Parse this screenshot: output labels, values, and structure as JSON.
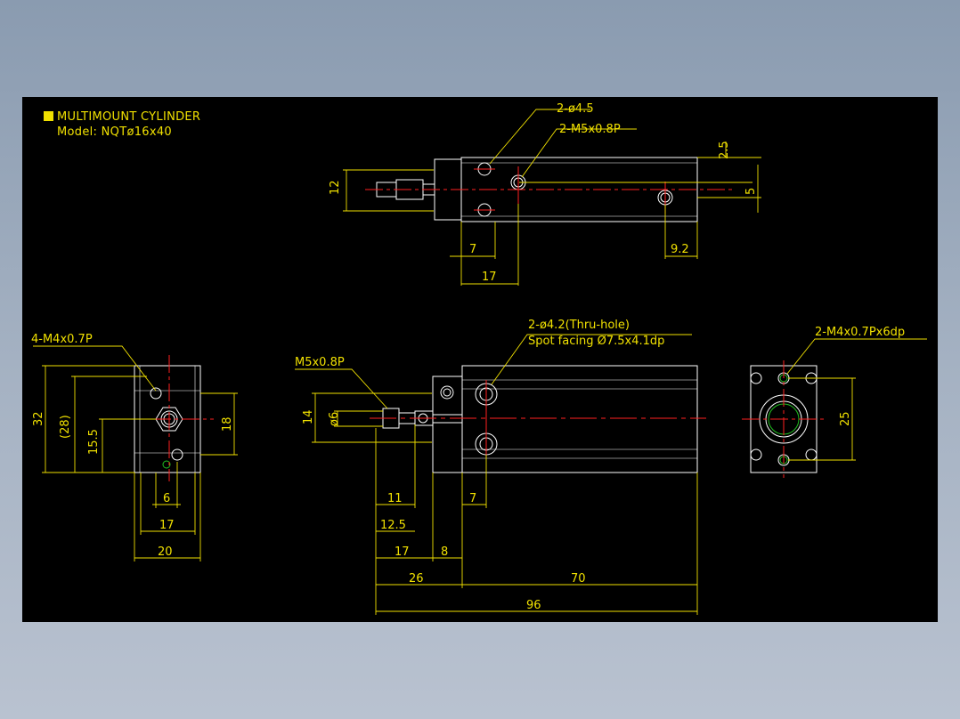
{
  "colors": {
    "background": "#000000",
    "outline": "#ffffff",
    "dimension": "#f0e000",
    "centerline": "#ff2020",
    "hidden": "#20c020"
  },
  "title": {
    "line1": "MULTIMOUNT CYLINDER",
    "line2": "Model: NQTø16x40"
  },
  "top_view": {
    "hole_label": "2-ø4.5",
    "port_label": "2-M5x0.8P",
    "dim_left_height": "12",
    "dim_right_top": "2.5",
    "dim_right_center": "5",
    "dim_bottom_7": "7",
    "dim_bottom_17": "17",
    "dim_bottom_9_2": "9.2"
  },
  "end_view": {
    "thread_label": "4-M4x0.7P",
    "dim_32": "32",
    "dim_28": "(28)",
    "dim_15_5": "15.5",
    "dim_18": "18",
    "dim_6": "6",
    "dim_17": "17",
    "dim_20": "20"
  },
  "front_view": {
    "rod_thread_label": "M5x0.8P",
    "through_hole_label": "2-ø4.2(Thru-hole)",
    "spot_facing_label": "Spot facing Ø7.5x4.1dp",
    "dim_14": "14",
    "dim_dia6": "ø6",
    "dim_11": "11",
    "dim_12_5": "12.5",
    "dim_17": "17",
    "dim_8": "8",
    "dim_7": "7",
    "dim_26": "26",
    "dim_70": "70",
    "dim_96": "96"
  },
  "rear_view": {
    "thread_label": "2-M4x0.7Px6dp",
    "dim_25": "25"
  }
}
